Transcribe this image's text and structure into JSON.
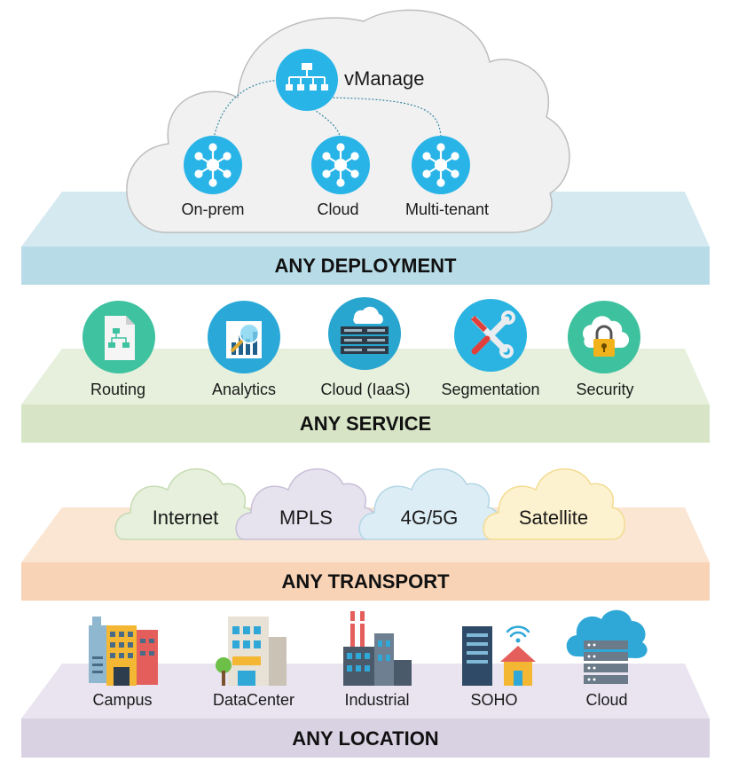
{
  "colors": {
    "deployment": "#cfe6ef",
    "deployment_band": "#b7dbe6",
    "service": "#e7f0dc",
    "service_band": "#d6e4c4",
    "transport": "#fbe6d5",
    "transport_band": "#f7d3b6",
    "location": "#e8e3ef",
    "location_band": "#d9d2e3",
    "node_blue": "#29b4e8"
  },
  "deployment": {
    "controller": {
      "label": "vManage",
      "icon": "hierarchy-icon"
    },
    "nodes": [
      {
        "label": "On-prem",
        "icon": "hub-icon"
      },
      {
        "label": "Cloud",
        "icon": "hub-icon"
      },
      {
        "label": "Multi-tenant",
        "icon": "hub-icon"
      }
    ],
    "title": "ANY DEPLOYMENT"
  },
  "service": {
    "items": [
      {
        "label": "Routing",
        "icon": "routing-doc-icon",
        "color": "#3fbf9f"
      },
      {
        "label": "Analytics",
        "icon": "analytics-magnifier-icon",
        "color": "#29a9d8"
      },
      {
        "label": "Cloud (IaaS)",
        "icon": "server-cloud-icon",
        "color": "#2aa6cf"
      },
      {
        "label": "Segmentation",
        "icon": "wrench-tools-icon",
        "color": "#2bb3e0"
      },
      {
        "label": "Security",
        "icon": "padlock-cloud-icon",
        "color": "#3dbf9c"
      }
    ],
    "title": "ANY SERVICE"
  },
  "transport": {
    "items": [
      {
        "label": "Internet",
        "fill": "#e7f1dd",
        "stroke": "#c5dbb0"
      },
      {
        "label": "MPLS",
        "fill": "#e6e2ee",
        "stroke": "#c8c0d8"
      },
      {
        "label": "4G/5G",
        "fill": "#dceef5",
        "stroke": "#b4d7e6"
      },
      {
        "label": "Satellite",
        "fill": "#fdf2cf",
        "stroke": "#f4dc92"
      }
    ],
    "title": "ANY TRANSPORT"
  },
  "location": {
    "items": [
      {
        "label": "Campus",
        "icon": "campus-buildings-icon"
      },
      {
        "label": "DataCenter",
        "icon": "datacenter-building-icon"
      },
      {
        "label": "Industrial",
        "icon": "factory-icon"
      },
      {
        "label": "SOHO",
        "icon": "home-wifi-icon"
      },
      {
        "label": "Cloud",
        "icon": "cloud-server-icon"
      }
    ],
    "title": "ANY LOCATION"
  }
}
